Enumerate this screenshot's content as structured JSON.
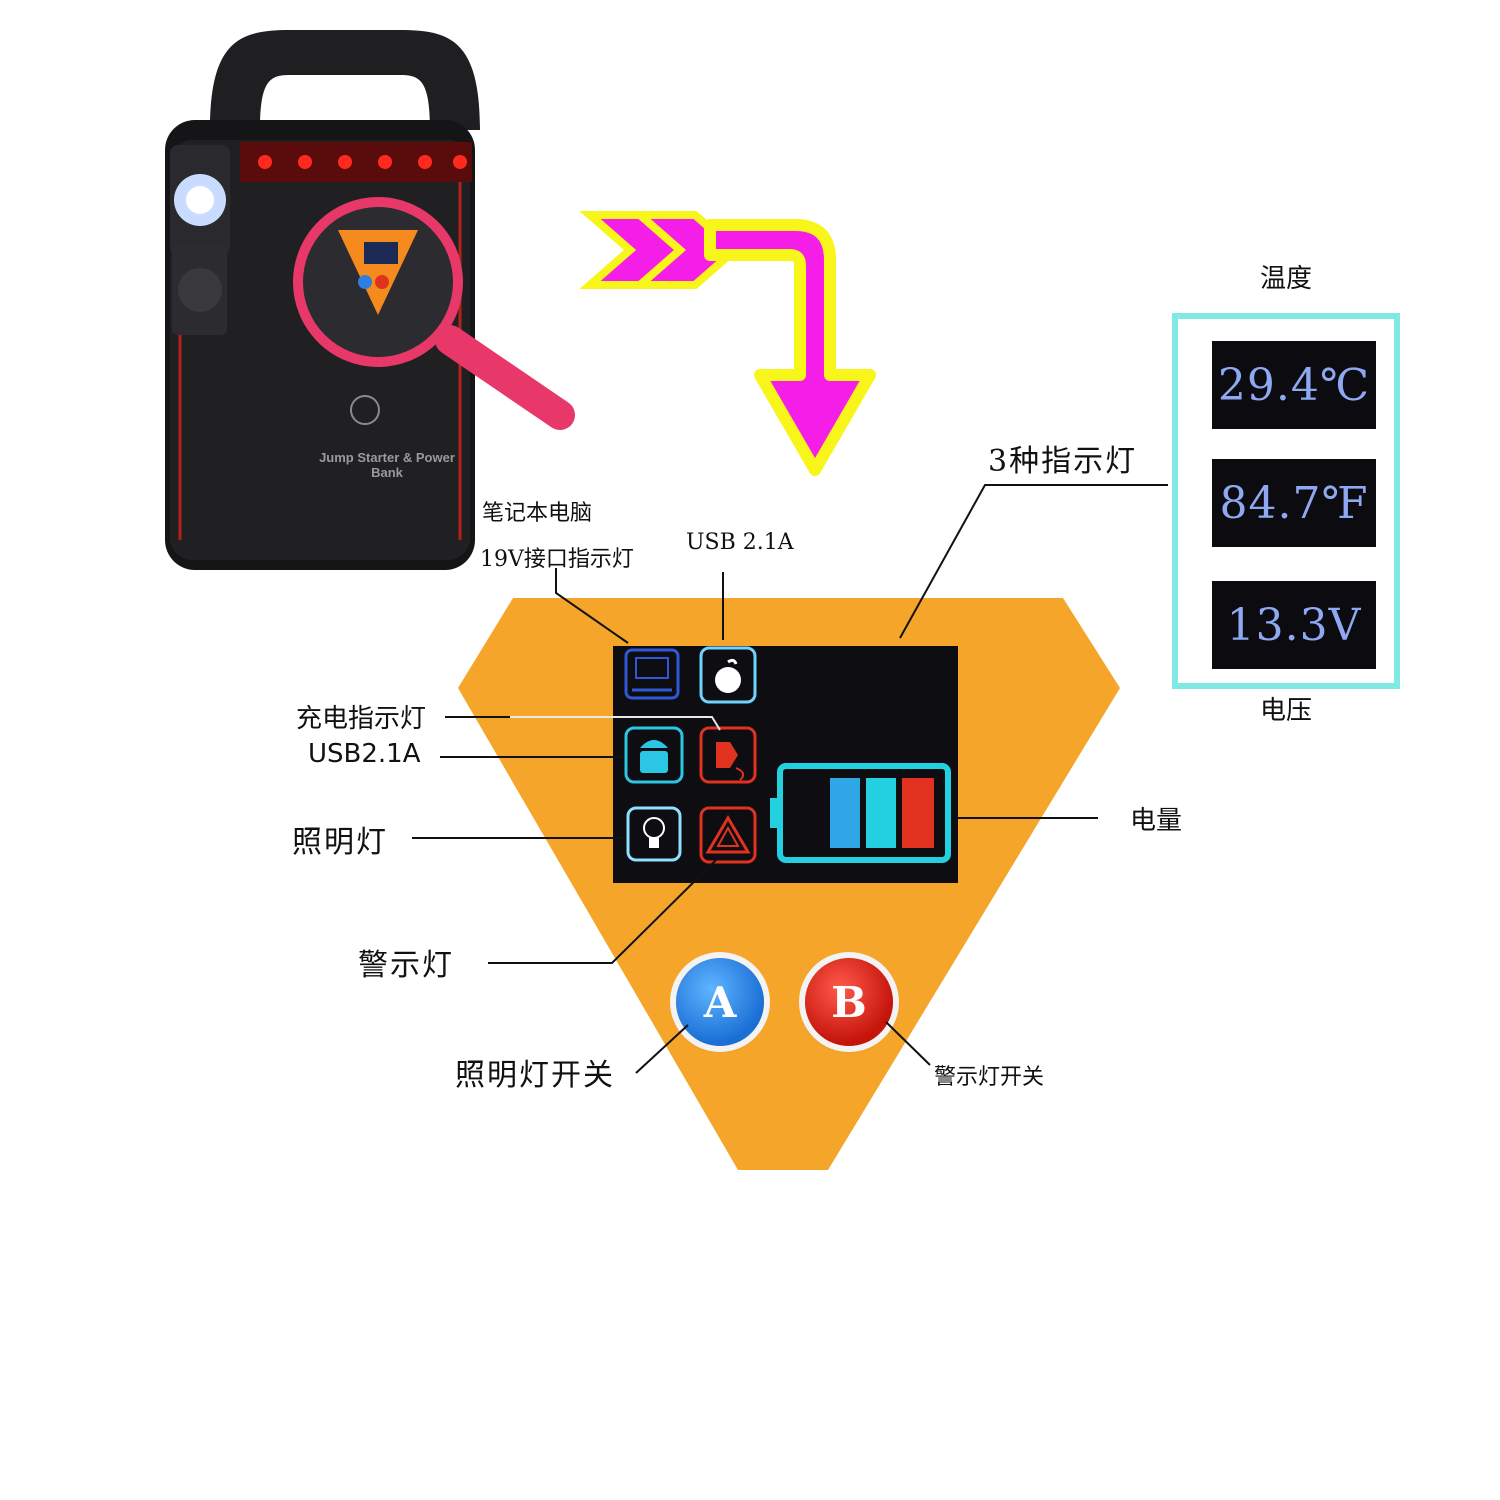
{
  "product": {
    "brand_text": "Jump Starter & Power Bank"
  },
  "readouts": {
    "temperature_label": "温度",
    "voltage_label": "电压",
    "celsius": "29.4℃",
    "fahrenheit": "84.7℉",
    "voltage": "13.3V"
  },
  "callouts": {
    "laptop_line1": "笔记本电脑",
    "laptop_line2": "19V接口指示灯",
    "usb_top": "USB 2.1A",
    "three_indicators": "3种指示灯",
    "charging": "充电指示灯",
    "usb_left": "USB2.1A",
    "lighting": "照明灯",
    "warning": "警示灯",
    "battery": "电量",
    "lighting_switch": "照明灯开关",
    "warning_switch": "警示灯开关"
  },
  "buttons": {
    "a_label": "A",
    "b_label": "B"
  },
  "icons": [
    "laptop-icon",
    "apple-icon",
    "android-icon",
    "charging-plug-icon",
    "lightbulb-icon",
    "warning-triangle-icon",
    "battery-icon"
  ],
  "battery": {
    "levels": [
      {
        "color": "#2fa6e6"
      },
      {
        "color": "#23d0e0"
      },
      {
        "color": "#e0321e"
      }
    ]
  },
  "colors": {
    "panel": "#f5a52a",
    "screen": "#0d0d12",
    "readout_border": "#7fe9e3",
    "readout_text": "#8ea8f2",
    "arrow_fill": "#f51de8",
    "arrow_outline": "#f7f51a"
  }
}
